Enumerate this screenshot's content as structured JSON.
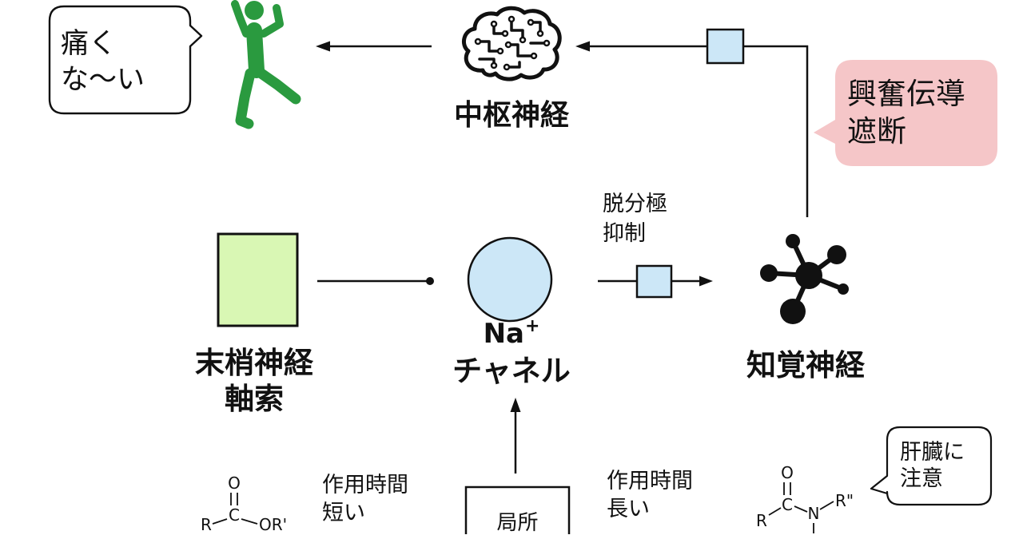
{
  "diagram": {
    "relief_bubble": {
      "lines": [
        "痛く",
        "な〜い"
      ]
    },
    "central_nerve": {
      "label": "中枢神経"
    },
    "conduction_block_bubble": {
      "lines": [
        "興奮伝導",
        "遮断"
      ]
    },
    "depolarization_note": {
      "lines": [
        "脱分極",
        "抑制"
      ]
    },
    "peripheral_axon": {
      "lines": [
        "末梢神経",
        "軸索"
      ]
    },
    "na_channel": {
      "symbol": "Na",
      "charge": "+",
      "label": "チャネル"
    },
    "sensory_nerve": {
      "label": "知覚神経"
    },
    "local_site": {
      "label": "局所"
    },
    "ester_type": {
      "duration_lines": [
        "作用時間",
        "短い"
      ],
      "atoms": {
        "carbonyl_oxygen": "O",
        "carbon": "C",
        "r_group": "R",
        "ester_group": "OR'"
      }
    },
    "amide_type": {
      "duration_lines": [
        "作用時間",
        "長い"
      ],
      "atoms": {
        "carbonyl_oxygen": "O",
        "carbon": "C",
        "nitrogen": "N",
        "r_group": "R",
        "r2_group": "R\""
      },
      "caution_bubble": {
        "lines": [
          "肝臓に",
          "注意"
        ]
      }
    }
  },
  "icons": {
    "person": "person-jumping-icon",
    "brain": "brain-icon",
    "molecule": "molecule-icon"
  },
  "colors": {
    "figure_green": "#2a9a3f",
    "channel_fill": "#cce7f7",
    "marker_fill": "#cce7f7",
    "axon_fill": "#d9f7b4",
    "caution_bubble_fill": "#f5c6c8"
  }
}
